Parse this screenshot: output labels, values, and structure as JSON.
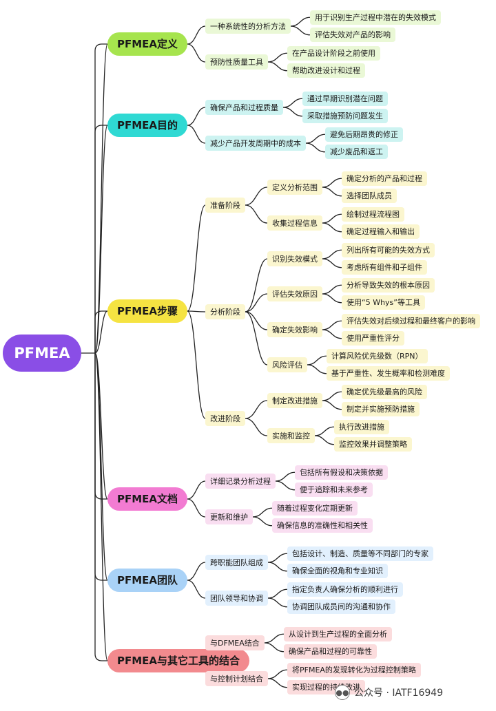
{
  "root": "PFMEA",
  "topics": [
    {
      "label": "PFMEA定义",
      "color": "#a6e44e",
      "sub_color": "#eaf8d6",
      "children": [
        {
          "label": "一种系统性的分析方法",
          "children": [
            "用于识别生产过程中潜在的失效模式",
            "评估失效对产品的影响"
          ]
        },
        {
          "label": "预防性质量工具",
          "children": [
            "在产品设计阶段之前使用",
            "帮助改进设计和过程"
          ]
        }
      ]
    },
    {
      "label": "PFMEA目的",
      "color": "#2fd9d3",
      "sub_color": "#cdf3f1",
      "children": [
        {
          "label": "确保产品和过程质量",
          "children": [
            "通过早期识别潜在问题",
            "采取措施预防问题发生"
          ]
        },
        {
          "label": "减少产品开发周期中的成本",
          "children": [
            "避免后期昂贵的修正",
            "减少废品和返工"
          ]
        }
      ]
    },
    {
      "label": "PFMEA步骤",
      "color": "#f5e342",
      "sub_color": "#fbf6cf",
      "children": [
        {
          "label": "准备阶段",
          "children": [
            {
              "label": "定义分析范围",
              "children": [
                "确定分析的产品和过程",
                "选择团队成员"
              ]
            },
            {
              "label": "收集过程信息",
              "children": [
                "绘制过程流程图",
                "确定过程输入和输出"
              ]
            }
          ]
        },
        {
          "label": "分析阶段",
          "children": [
            {
              "label": "识别失效模式",
              "children": [
                "列出所有可能的失效方式",
                "考虑所有组件和子组件"
              ]
            },
            {
              "label": "评估失效原因",
              "children": [
                "分析导致失效的根本原因",
                "使用“5 Whys”等工具"
              ]
            },
            {
              "label": "确定失效影响",
              "children": [
                "评估失效对后续过程和最终客户的影响",
                "使用严重性评分"
              ]
            },
            {
              "label": "风险评估",
              "children": [
                "计算风险优先级数（RPN）",
                "基于严重性、发生概率和检测难度"
              ]
            }
          ]
        },
        {
          "label": "改进阶段",
          "children": [
            {
              "label": "制定改进措施",
              "children": [
                "确定优先级最高的风险",
                "制定并实施预防措施"
              ]
            },
            {
              "label": "实施和监控",
              "children": [
                "执行改进措施",
                "监控效果并调整策略"
              ]
            }
          ]
        }
      ]
    },
    {
      "label": "PFMEA文档",
      "color": "#f27bd2",
      "sub_color": "#f9def1",
      "children": [
        {
          "label": "详细记录分析过程",
          "children": [
            "包括所有假设和决策依据",
            "便于追踪和未来参考"
          ]
        },
        {
          "label": "更新和维护",
          "children": [
            "随着过程变化定期更新",
            "确保信息的准确性和相关性"
          ]
        }
      ]
    },
    {
      "label": "PFMEA团队",
      "color": "#a9d2f7",
      "sub_color": "#e2f0fd",
      "children": [
        {
          "label": "跨职能团队组成",
          "children": [
            "包括设计、制造、质量等不同部门的专家",
            "确保全面的视角和专业知识"
          ]
        },
        {
          "label": "团队领导和协调",
          "children": [
            "指定负责人确保分析的顺利进行",
            "协调团队成员间的沟通和协作"
          ]
        }
      ]
    },
    {
      "label": "PFMEA与其它工具的结合",
      "color": "#f28a8e",
      "sub_color": "#fbdcdd",
      "children": [
        {
          "label": "与DFMEA结合",
          "children": [
            "从设计到生产过程的全面分析",
            "确保产品和过程的可靠性"
          ]
        },
        {
          "label": "与控制计划结合",
          "children": [
            "将PFMEA的发现转化为过程控制策略",
            "实现过程的持续改进"
          ]
        }
      ]
    }
  ],
  "watermark": "公众号 · IATF16949",
  "colors": {
    "root": "#8a4ee6",
    "line": "#222222"
  }
}
